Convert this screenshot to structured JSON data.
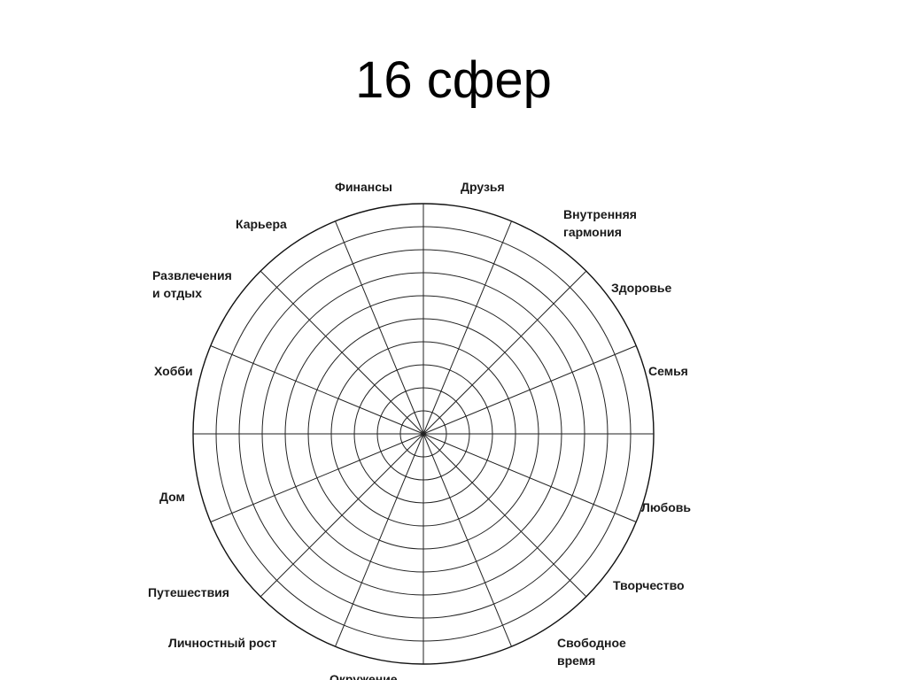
{
  "title": "16 сфер",
  "wheel": {
    "ring_count": 10,
    "sectors": [
      {
        "name": "Друзья"
      },
      {
        "name": "Внутренняя гармония"
      },
      {
        "name": "Здоровье"
      },
      {
        "name": "Семья"
      },
      {
        "name": "Любовь"
      },
      {
        "name": "Творчество"
      },
      {
        "name": "Свободное время"
      },
      {
        "name": "Окружение"
      },
      {
        "name": "Личностный рост"
      },
      {
        "name": "Путешествия"
      },
      {
        "name": "Дом"
      },
      {
        "name": "Хобби"
      },
      {
        "name": "Развлечения и отдых"
      },
      {
        "name": "Карьера"
      },
      {
        "name": "Финансы"
      }
    ]
  }
}
